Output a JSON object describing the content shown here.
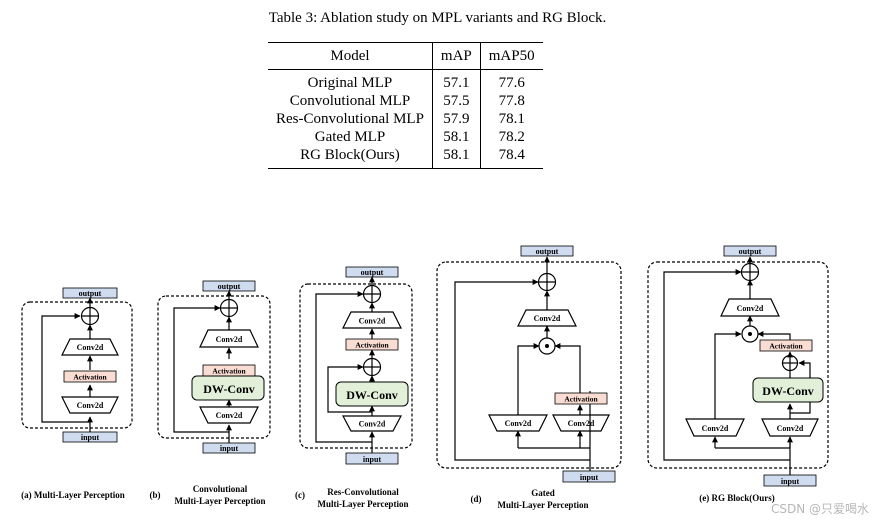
{
  "table": {
    "caption": "Table 3: Ablation study on MPL variants and RG Block.",
    "headers": [
      "Model",
      "mAP",
      "mAP50"
    ],
    "rows": [
      [
        "Original MLP",
        "57.1",
        "77.6"
      ],
      [
        "Convolutional MLP",
        "57.5",
        "77.8"
      ],
      [
        "Res-Convolutional MLP",
        "57.9",
        "78.1"
      ],
      [
        "Gated MLP",
        "58.1",
        "78.2"
      ],
      [
        "RG Block(Ours)",
        "58.1",
        "78.4"
      ]
    ]
  },
  "diagram_labels": {
    "output": "output",
    "input": "input",
    "conv2d": "Conv2d",
    "activation": "Activation",
    "dwconv": "DW-Conv"
  },
  "captions": {
    "a": "(a) Multi-Layer Perception",
    "b_prefix": "(b)",
    "b_line1": "Convolutional",
    "b_line2": "Multi-Layer Perception",
    "c_prefix": "(c)",
    "c_line1": "Res-Convolutional",
    "c_line2": "Multi-Layer Perception",
    "d_prefix": "(d)",
    "d_line1": "Gated",
    "d_line2": "Multi-Layer Perception",
    "e": "(e) RG Block(Ours)"
  },
  "colors": {
    "io_box": "#cfdcef",
    "activation_box": "#f9dcd2",
    "dwconv_box": "#e2f0d9",
    "stroke": "#000000"
  },
  "watermark": "CSDN @只爱喝水"
}
